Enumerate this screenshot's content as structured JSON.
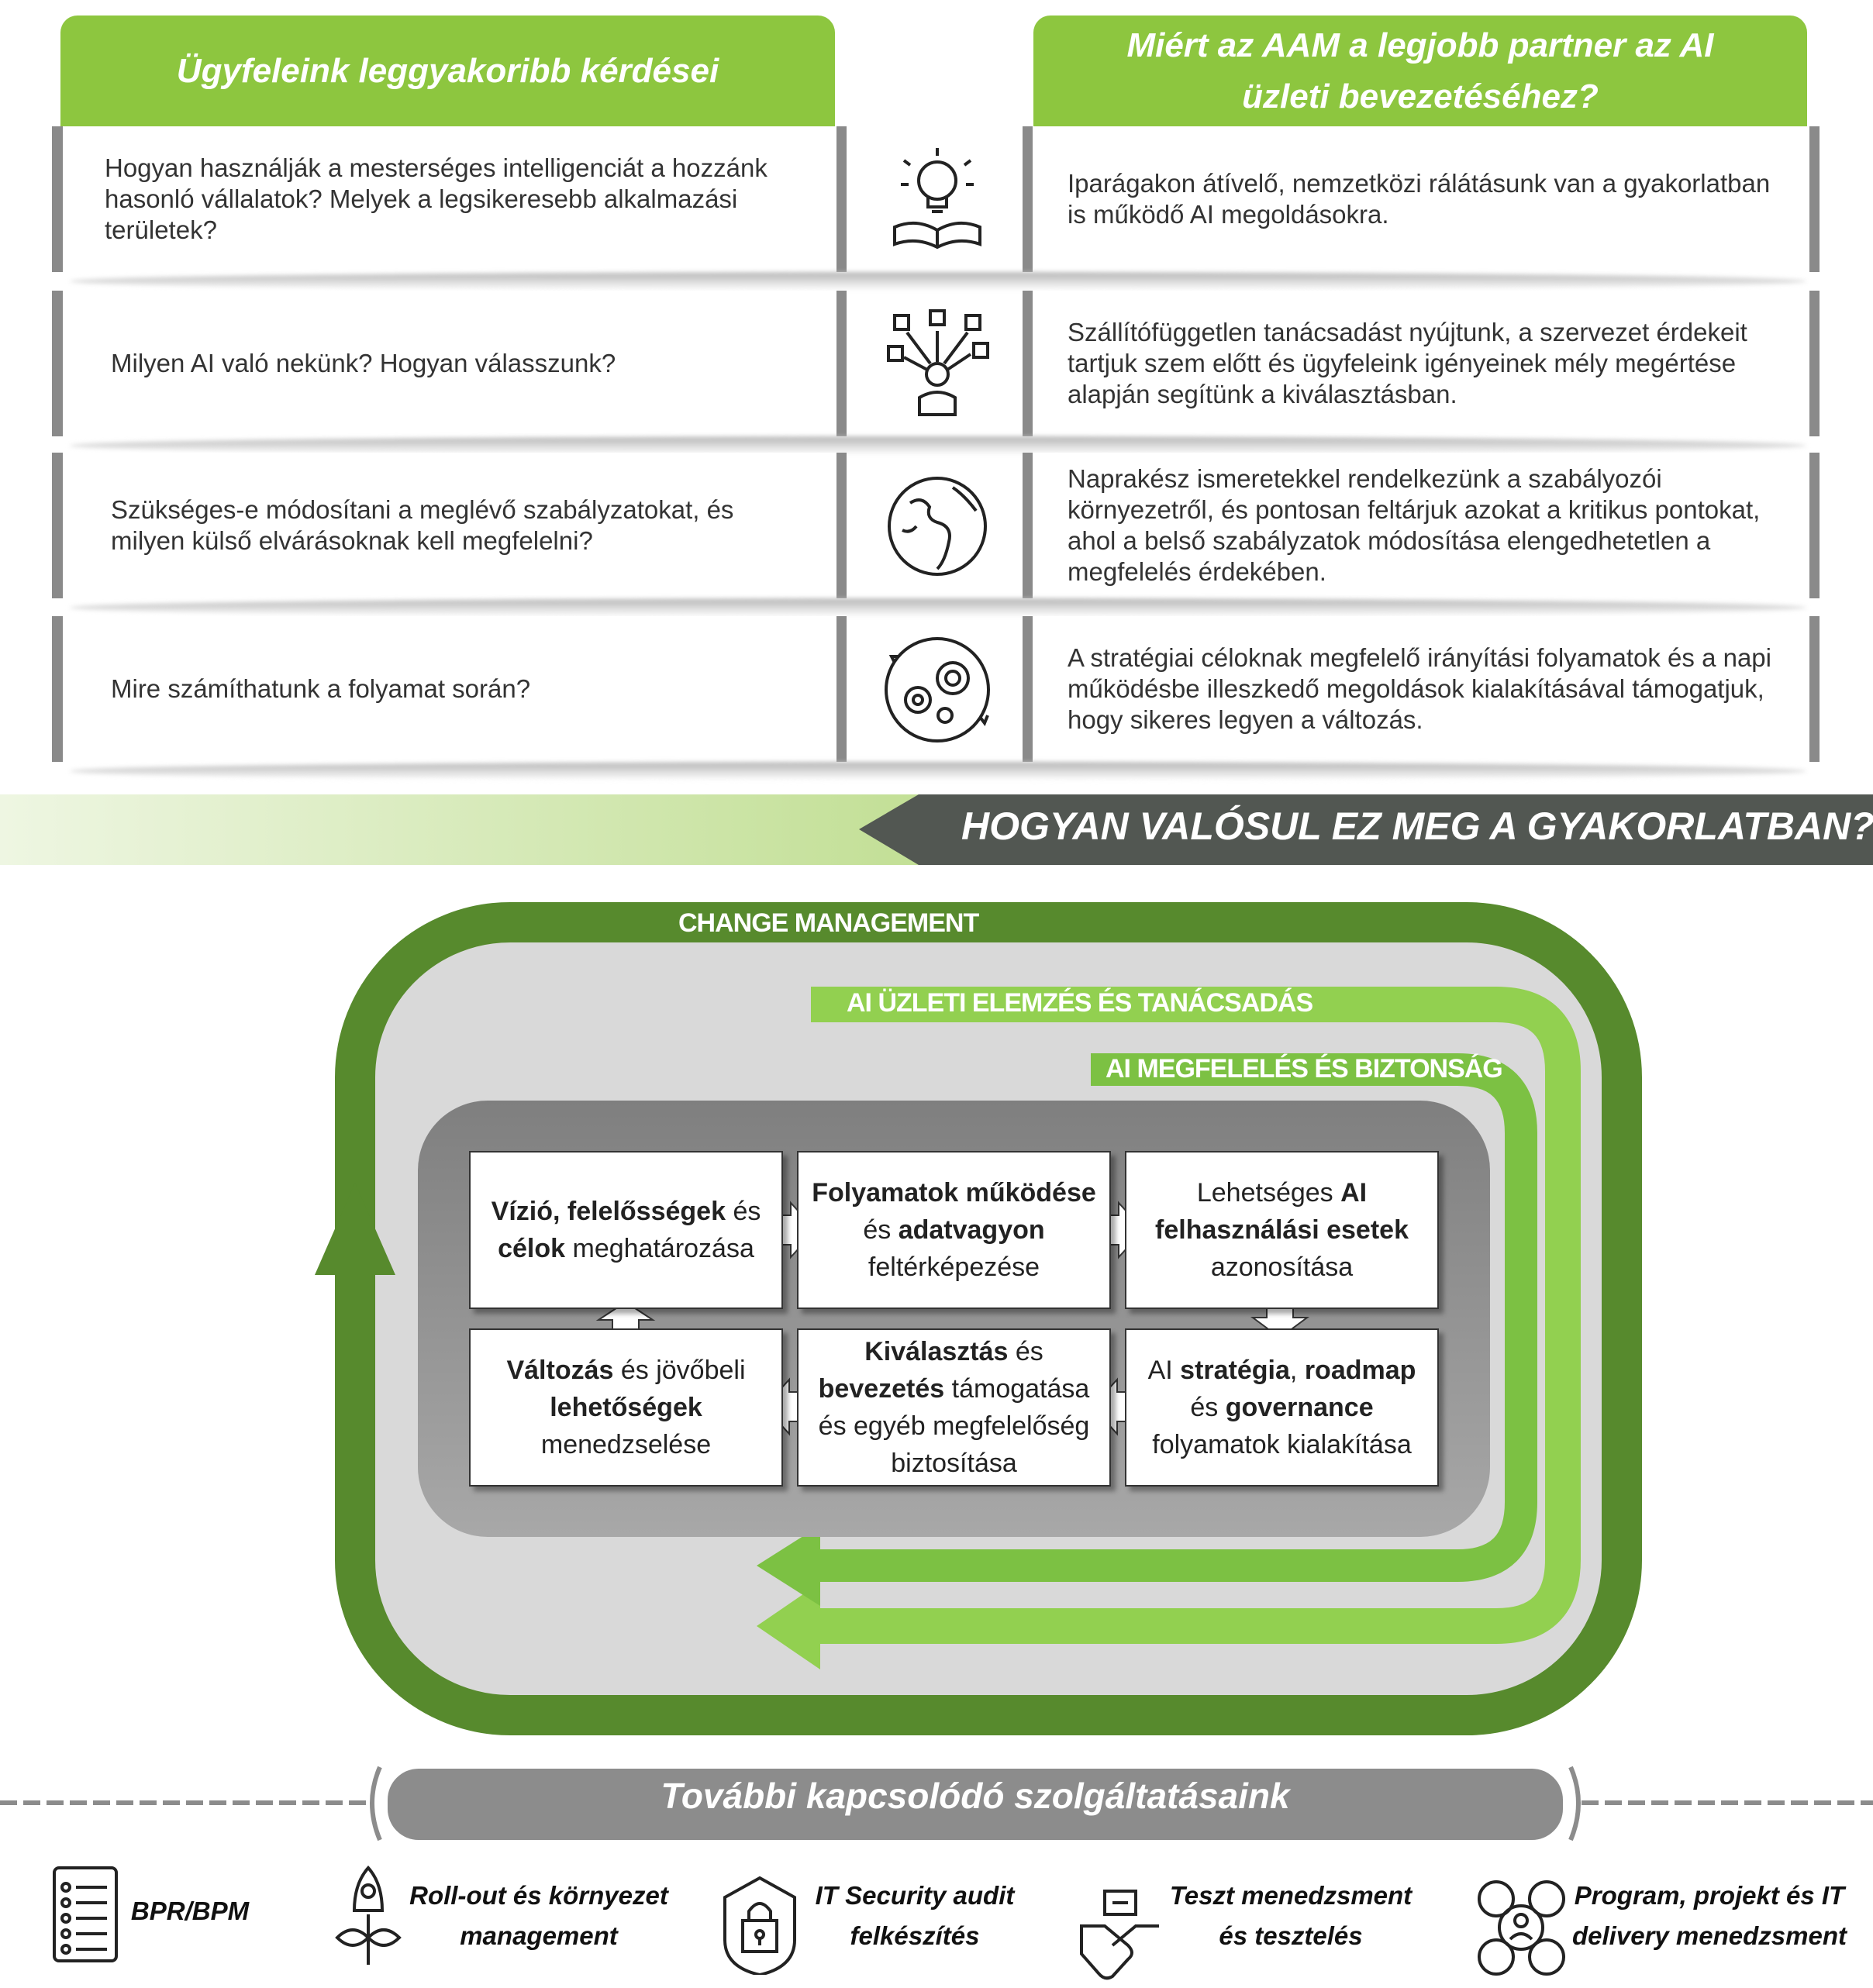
{
  "faq": {
    "left_title": "Ügyfeleink leggyakoribb kérdései",
    "right_title": "Miért az AAM a legjobb partner az AI üzleti bevezetéséhez?",
    "rows": [
      {
        "question": "Hogyan használják a mesterséges intelligenciát a hozzánk hasonló vállalatok? Melyek a legsikeresebb alkalmazási területek?",
        "icon": "lightbulb-book-icon",
        "answer": "Iparágakon átívelő, nemzetközi rálátásunk van a gyakorlatban is működő AI megoldásokra."
      },
      {
        "question": "Milyen AI való nekünk? Hogyan válasszunk?",
        "icon": "person-choices-icon",
        "answer": "Szállítófüggetlen tanácsadást nyújtunk, a szervezet érdekeit tartjuk szem előtt és ügyfeleink igényeinek mély megértése alapján segítünk a kiválasztásban."
      },
      {
        "question": "Szükséges-e módosítani a meglévő szabályzatokat, és milyen külső elvárásoknak kell megfelelni?",
        "icon": "globe-icon",
        "answer": "Naprakész ismeretekkel rendelkezünk a szabályozói környezetről, és pontosan feltárjuk azokat a kritikus pontokat, ahol a belső szabályzatok módosítása elengedhetetlen a megfelelés érdekében."
      },
      {
        "question": "Mire számíthatunk a folyamat során?",
        "icon": "gears-cycle-icon",
        "answer": "A stratégiai céloknak megfelelő irányítási folyamatok és a napi működésbe illeszkedő megoldások kialakításával támogatjuk, hogy sikeres legyen a változás."
      }
    ]
  },
  "banner": {
    "title": "HOGYAN VALÓSUL EZ MEG A GYAKORLATBAN?"
  },
  "diagram": {
    "outer_label": "CHANGE MANAGEMENT",
    "band1_label": "AI ÜZLETI ELEMZÉS ÉS TANÁCSADÁS",
    "band2_label": "AI MEGFELELÉS ÉS BIZTONSÁG",
    "steps": [
      {
        "parts": [
          [
            "Vízió, ",
            1
          ],
          [
            "felelősségek",
            1
          ],
          [
            " és ",
            0
          ],
          [
            "célok",
            1
          ],
          [
            " meghatározása",
            0
          ]
        ]
      },
      {
        "parts": [
          [
            "Folyamatok működése",
            1
          ],
          [
            " és ",
            0
          ],
          [
            "adatvagyon",
            1
          ],
          [
            " feltérképezése",
            0
          ]
        ]
      },
      {
        "parts": [
          [
            "Lehetséges ",
            0
          ],
          [
            "AI felhasználási esetek",
            1
          ],
          [
            " azonosítása",
            0
          ]
        ]
      },
      {
        "parts": [
          [
            "Változás",
            1
          ],
          [
            " és jövőbeli ",
            0
          ],
          [
            "lehetőségek",
            1
          ],
          [
            " menedzselése",
            0
          ]
        ]
      },
      {
        "parts": [
          [
            "Kiválasztás",
            1
          ],
          [
            " és ",
            0
          ],
          [
            "bevezetés",
            1
          ],
          [
            " támogatása és egyéb megfelelőség biztosítása",
            0
          ]
        ]
      },
      {
        "parts": [
          [
            "AI ",
            0
          ],
          [
            "stratégia",
            1
          ],
          [
            ", ",
            0
          ],
          [
            "roadmap",
            1
          ],
          [
            " és ",
            0
          ],
          [
            "governance",
            1
          ],
          [
            " folyamatok kialakítása",
            0
          ]
        ]
      }
    ]
  },
  "services": {
    "title": "További  kapcsolódó szolgáltatásaink",
    "items": [
      {
        "label": "BPR/BPM",
        "icon": "checklist-icon"
      },
      {
        "label": "Roll-out és környezet management",
        "icon": "rocket-icon"
      },
      {
        "label": "IT Security audit felkészítés",
        "icon": "shield-lock-icon"
      },
      {
        "label": "Teszt menedzsment és tesztelés",
        "icon": "handshake-icon"
      },
      {
        "label": "Program, projekt és IT delivery menedzsment",
        "icon": "project-management-icon"
      }
    ]
  },
  "colors": {
    "green": "#8dc63f",
    "dark_green": "#578a2d",
    "gray": "#8c8c8c"
  }
}
